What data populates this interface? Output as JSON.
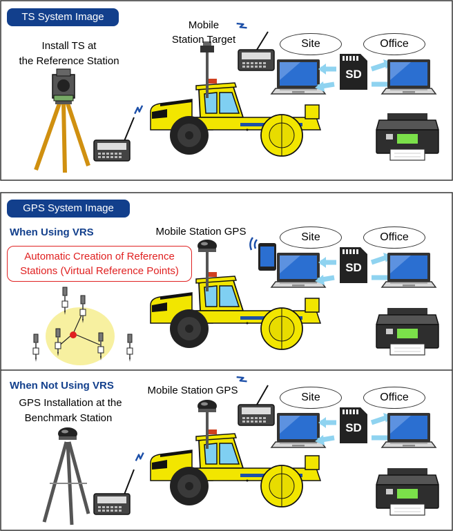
{
  "panels": [
    {
      "id": "ts",
      "title": "TS System Image",
      "station_label_1": "Install TS at",
      "station_label_2": "the Reference Station",
      "target_label_1": "Mobile",
      "target_label_2": "Station Target",
      "site_label": "Site",
      "office_label": "Office",
      "sd_label": "SD"
    },
    {
      "id": "gps_vrs",
      "title": "GPS System Image",
      "subtitle": "When Using VRS",
      "vrs_note_1": "Automatic Creation of Reference",
      "vrs_note_2": "Stations (Virtual Reference Points)",
      "gps_label": "Mobile Station GPS",
      "site_label": "Site",
      "office_label": "Office",
      "sd_label": "SD"
    },
    {
      "id": "gps_no_vrs",
      "subtitle": "When Not Using VRS",
      "station_label_1": "GPS Installation at the",
      "station_label_2": "Benchmark Station",
      "gps_label": "Mobile Station GPS",
      "site_label": "Site",
      "office_label": "Office",
      "sd_label": "SD"
    }
  ],
  "colors": {
    "title_bg": "#123f8c",
    "subtitle": "#123f8c",
    "vrs_note": "#e02020",
    "roller_body": "#f2e600",
    "screen": "#2b6fd1",
    "arrow": "#8fd3f0",
    "printer_display": "#7be04a",
    "vrs_area": "#f7f0a0"
  },
  "icons": [
    "total-station-icon",
    "tripod-icon",
    "radio-icon",
    "antenna-icon",
    "signal-icon",
    "roller-icon",
    "laptop-icon",
    "sd-card-icon",
    "printer-icon",
    "tablet-icon",
    "gps-antenna-icon",
    "rover-pole-icon"
  ]
}
